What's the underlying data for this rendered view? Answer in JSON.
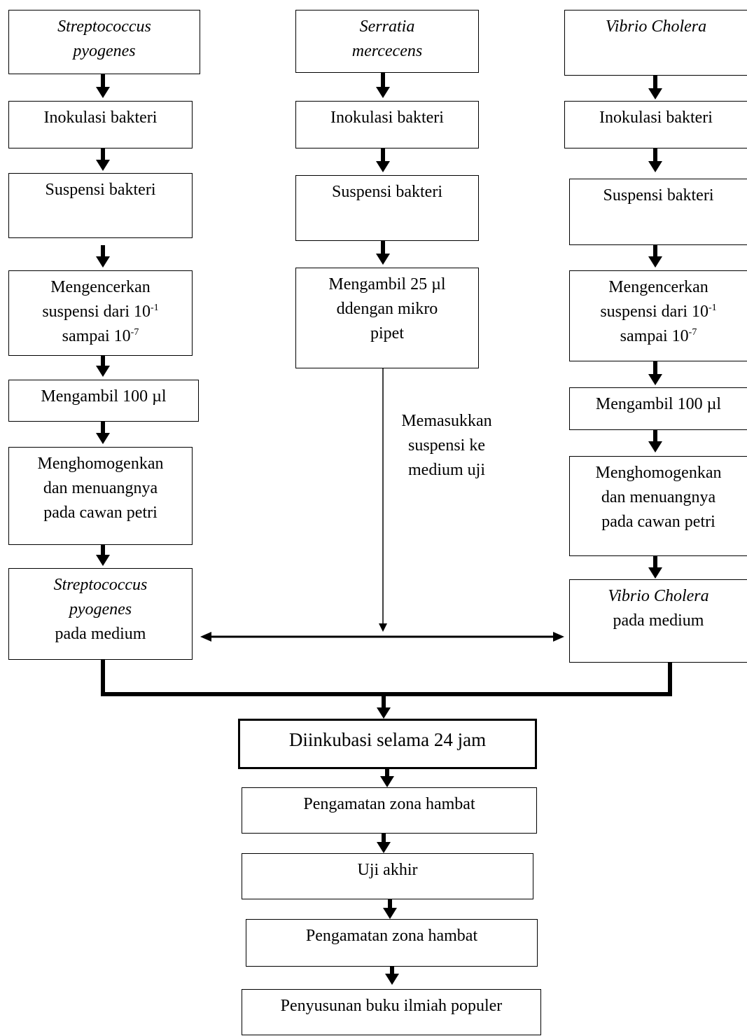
{
  "columns": {
    "left": {
      "title_line1": "Streptococcus",
      "title_line2": "pyogenes",
      "step_inokulasi": "Inokulasi bakteri",
      "step_suspensi": "Suspensi bakteri",
      "step_encer_line1": "Mengencerkan",
      "step_encer_line2": "suspensi dari 10",
      "step_encer_exp1": "-1",
      "step_encer_line3": "sampai 10",
      "step_encer_exp2": "-7",
      "step_ambil": "Mengambil 100 µl",
      "step_homogen_line1": "Menghomogenkan",
      "step_homogen_line2": "dan menuangnya",
      "step_homogen_line3": "pada cawan petri",
      "result_line1": "Streptococcus",
      "result_line2": "pyogenes",
      "result_line3": "pada medium"
    },
    "middle": {
      "title_line1": "Serratia",
      "title_line2": "mercecens",
      "step_inokulasi": "Inokulasi bakteri",
      "step_suspensi": "Suspensi bakteri",
      "step_ambil_line1": "Mengambil 25 µl",
      "step_ambil_line2": "ddengan mikro",
      "step_ambil_line3": "pipet",
      "edge_label_line1": "Memasukkan",
      "edge_label_line2": "suspensi ke",
      "edge_label_line3": "medium uji"
    },
    "right": {
      "title": "Vibrio Cholera",
      "step_inokulasi": "Inokulasi bakteri",
      "step_suspensi": "Suspensi bakteri",
      "step_encer_line1": "Mengencerkan",
      "step_encer_line2": "suspensi dari 10",
      "step_encer_exp1": "-1",
      "step_encer_line3": "sampai 10",
      "step_encer_exp2": "-7",
      "step_ambil": "Mengambil 100 µl",
      "step_homogen_line1": "Menghomogenkan",
      "step_homogen_line2": "dan menuangnya",
      "step_homogen_line3": "pada cawan petri",
      "result_line1": "Vibrio Cholera",
      "result_line2": "pada medium"
    }
  },
  "final_steps": {
    "inkubasi": "Diinkubasi selama 24 jam",
    "pengamatan_1": "Pengamatan zona hambat",
    "uji_akhir": "Uji akhir",
    "pengamatan_2": "Pengamatan zona hambat",
    "penyusunan": "Penyusunan buku ilmiah populer"
  }
}
